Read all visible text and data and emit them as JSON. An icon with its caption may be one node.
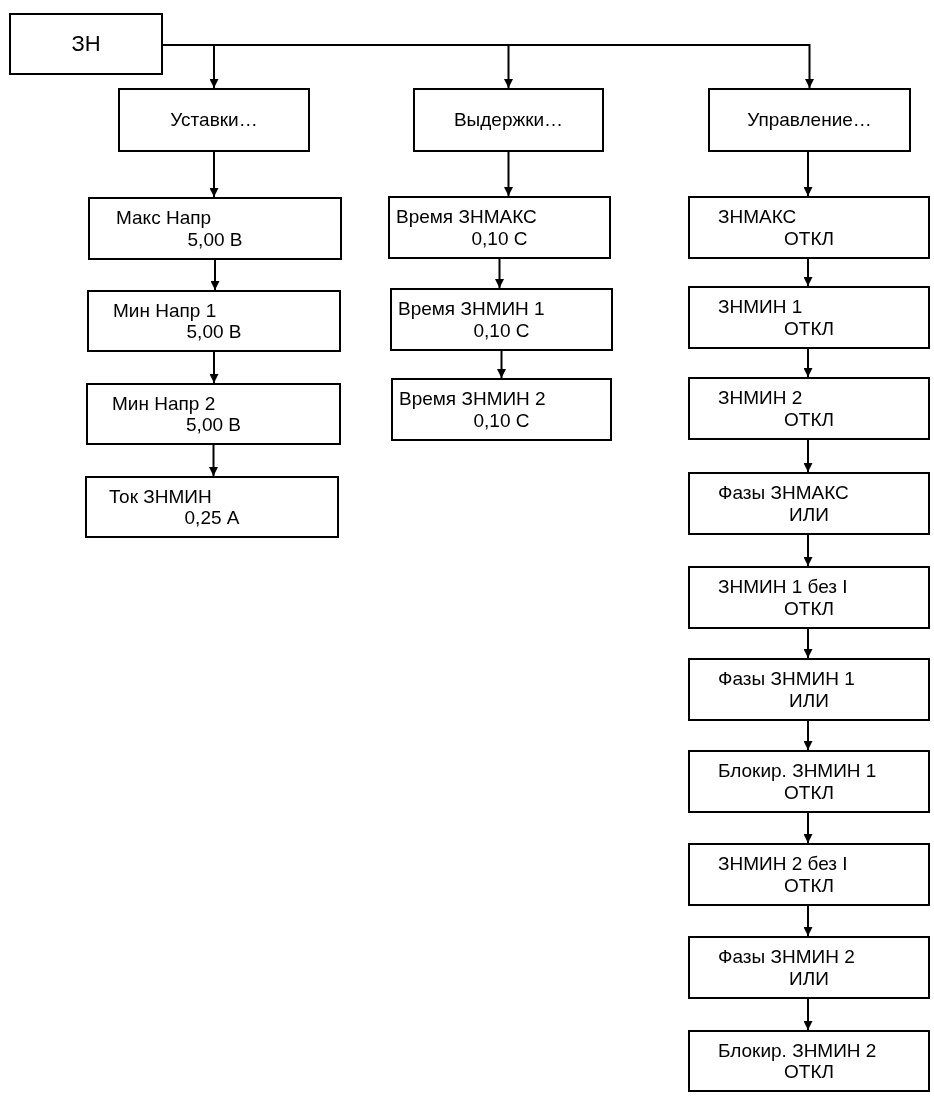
{
  "diagram": {
    "nodes": [
      {
        "text": [
          "ЗН"
        ]
      },
      {
        "text": [
          "Уставки…"
        ]
      },
      {
        "text": [
          "Выдержки…"
        ]
      },
      {
        "text": [
          "Управление…"
        ]
      },
      {
        "text": [
          "Макс Напр",
          "5,00 В"
        ]
      },
      {
        "text": [
          "Мин Напр 1",
          "5,00 В"
        ]
      },
      {
        "text": [
          "Мин Напр 2",
          "5,00 В"
        ]
      },
      {
        "text": [
          "Ток ЗНМИН",
          "0,25 А"
        ]
      },
      {
        "text": [
          "Время ЗНМАКС",
          "0,10 С"
        ]
      },
      {
        "text": [
          "Время ЗНМИН 1",
          "0,10 С"
        ]
      },
      {
        "text": [
          "Время ЗНМИН 2",
          "0,10 С"
        ]
      },
      {
        "text": [
          "ЗНМАКС",
          "ОТКЛ"
        ]
      },
      {
        "text": [
          "ЗНМИН 1",
          "ОТКЛ"
        ]
      },
      {
        "text": [
          "ЗНМИН 2",
          "ОТКЛ"
        ]
      },
      {
        "text": [
          "Фазы ЗНМАКС",
          "ИЛИ"
        ]
      },
      {
        "text": [
          "ЗНМИН 1 без I",
          "ОТКЛ"
        ]
      },
      {
        "text": [
          "Фазы ЗНМИН 1",
          "ИЛИ"
        ]
      },
      {
        "text": [
          "Блокир. ЗНМИН 1",
          "ОТКЛ"
        ]
      },
      {
        "text": [
          "ЗНМИН 2 без I",
          "ОТКЛ"
        ]
      },
      {
        "text": [
          "Фазы ЗНМИН 2",
          "ИЛИ"
        ]
      },
      {
        "text": [
          "Блокир. ЗНМИН 2",
          "ОТКЛ"
        ]
      }
    ],
    "edges": [
      {
        "from": 0,
        "to": 1,
        "arrow": "to"
      },
      {
        "from": 0,
        "to": 2,
        "arrow": "to"
      },
      {
        "from": 0,
        "to": 3,
        "arrow": "to"
      },
      {
        "from": 1,
        "to": 4,
        "arrow": "to"
      },
      {
        "from": 4,
        "to": 5,
        "arrow": "to"
      },
      {
        "from": 5,
        "to": 6,
        "arrow": "to"
      },
      {
        "from": 6,
        "to": 7,
        "arrow": "to"
      },
      {
        "from": 2,
        "to": 8,
        "arrow": "to"
      },
      {
        "from": 8,
        "to": 9,
        "arrow": "to"
      },
      {
        "from": 9,
        "to": 10,
        "arrow": "to"
      },
      {
        "from": 3,
        "to": 11,
        "arrow": "to"
      },
      {
        "from": 11,
        "to": 12,
        "arrow": "to"
      },
      {
        "from": 12,
        "to": 13,
        "arrow": "to"
      },
      {
        "from": 13,
        "to": 14,
        "arrow": "to"
      },
      {
        "from": 14,
        "to": 15,
        "arrow": "to"
      },
      {
        "from": 15,
        "to": 16,
        "arrow": "to"
      },
      {
        "from": 16,
        "to": 17,
        "arrow": "to"
      },
      {
        "from": 17,
        "to": 18,
        "arrow": "to"
      },
      {
        "from": 18,
        "to": 19,
        "arrow": "to"
      },
      {
        "from": 19,
        "to": 20,
        "arrow": "to"
      }
    ]
  }
}
